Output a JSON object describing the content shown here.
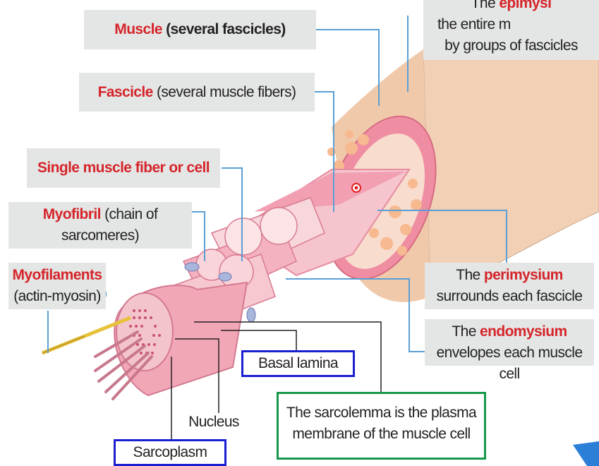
{
  "labels": {
    "muscle": {
      "term": "Muscle",
      "rest": "(several fascicles)"
    },
    "fascicle": {
      "term": "Fascicle",
      "rest": "(several muscle fibers)"
    },
    "fiber": {
      "term": "Single muscle fiber or cell"
    },
    "myofibril": {
      "term": "Myofibril",
      "rest": "(chain of",
      "line2": "sarcomeres)"
    },
    "myofilaments": {
      "term": "Myofilaments",
      "line2": "(actin-myosin)"
    },
    "epimysium": {
      "prefix": "The",
      "term": "epimysi",
      "line2": "the entire m",
      "line3": "by groups of fascicles"
    },
    "perimysium": {
      "prefix": "The",
      "term": "perimysium",
      "line2": "surrounds each fascicle"
    },
    "endomysium": {
      "prefix": "The",
      "term": "endomysium",
      "line2": "envelopes each muscle cell"
    },
    "basal_lamina": "Basal lamina",
    "nucleus": "Nucleus",
    "sarcoplasm": "Sarcoplasm",
    "sarcolemma": {
      "prefix": "The",
      "term": "sarcolemma",
      "rest": "is the plasma",
      "line2": "membrane of the muscle cell"
    }
  },
  "colors": {
    "term_red": "#d5252b",
    "label_bg": "#e4e6e5",
    "leader_line": "#5a9fd4",
    "box_blue": "#1a1fd1",
    "box_green": "#17984a",
    "epimysium_tan": "#f2d0b6",
    "tissue_pink": "#f1a4b3",
    "fascicle_pink": "#f6c4cd"
  }
}
